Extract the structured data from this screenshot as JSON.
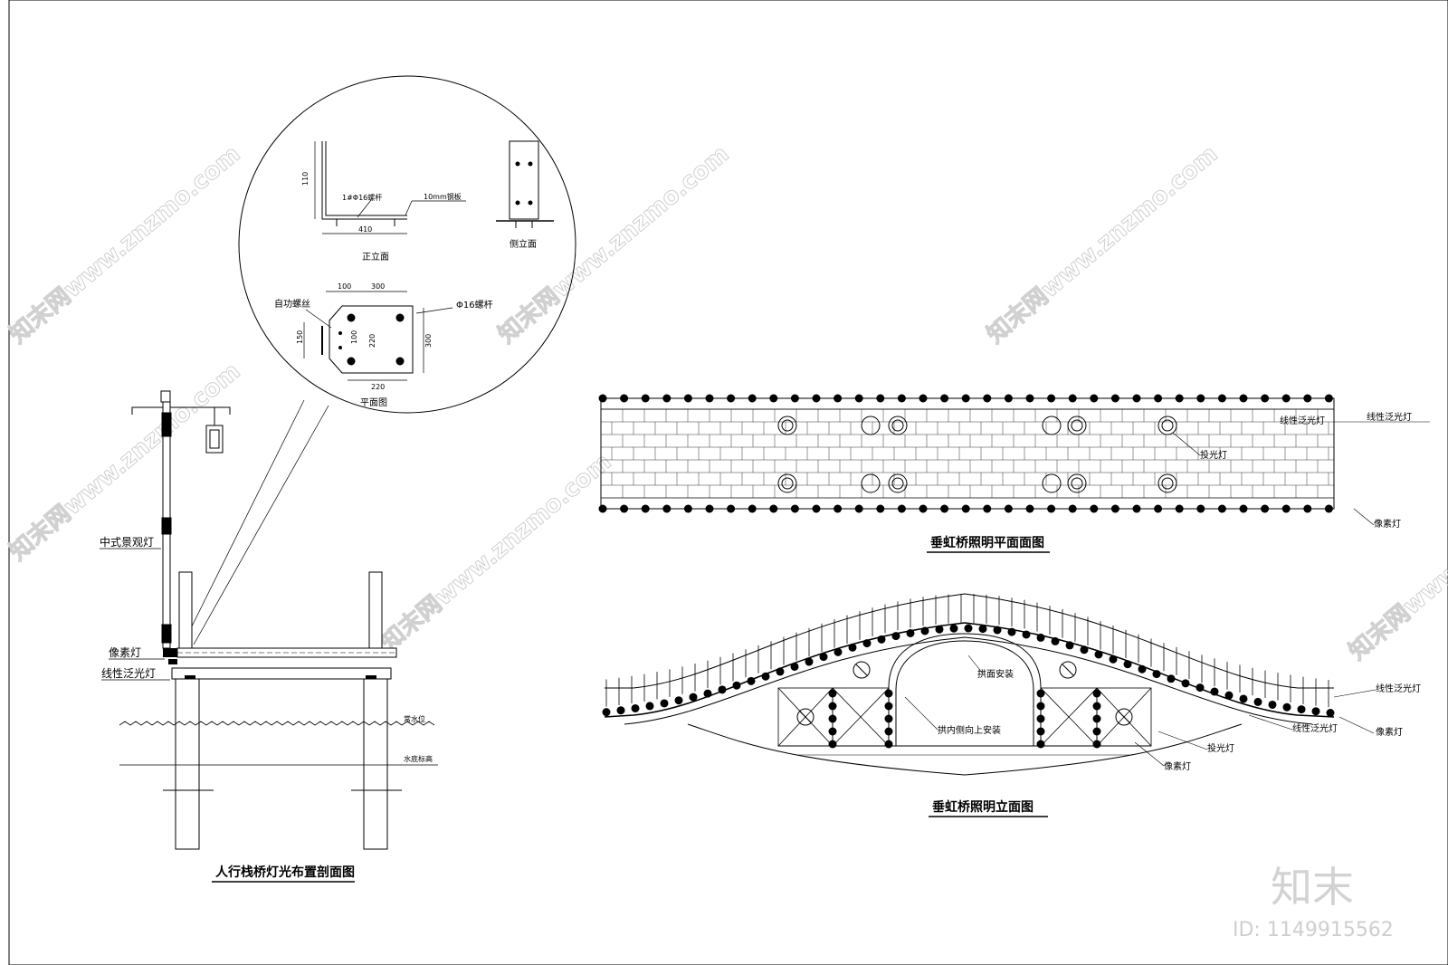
{
  "detail": {
    "front_view_label": "正立面",
    "side_view_label": "侧立面",
    "plan_view_label": "平面图",
    "bolt_label": "1#Φ16螺杆",
    "plate_label": "10mm钢板",
    "dim_height": "110",
    "dim_width": "410",
    "self_tap_label": "自功螺丝",
    "bolt_label_plan": "Φ16螺杆",
    "dim_100": "100",
    "dim_300_top": "300",
    "dim_150": "150",
    "dim_100b": "100",
    "dim_220_v": "220",
    "dim_300_v": "300",
    "dim_220_h": "220"
  },
  "section": {
    "title": "人行栈桥灯光布置剖面图",
    "lamp_label": "中式景观灯",
    "pixel_label": "像素灯",
    "linear_label": "线性泛光灯",
    "water_label_1": "常水位",
    "water_label_2": "水底标高"
  },
  "plan": {
    "title": "垂虹桥照明平面面图",
    "linear_label_inner": "线性泛光灯",
    "linear_label_outer": "线性泛光灯",
    "spot_label": "投光灯",
    "pixel_label": "像素灯"
  },
  "elevation": {
    "title": "垂虹桥照明立面图",
    "arch_top_label": "拱面安装",
    "arch_inner_label": "拱内侧向上安装",
    "linear_label_1": "线性泛光灯",
    "pixel_label_1": "像素灯",
    "linear_label_2": "线性泛光灯",
    "spot_label": "投光灯",
    "pixel_label_2": "像素灯"
  },
  "watermark": {
    "text": "知末网www.znzmo.com",
    "brand": "知末",
    "id": "ID: 1149915562"
  }
}
